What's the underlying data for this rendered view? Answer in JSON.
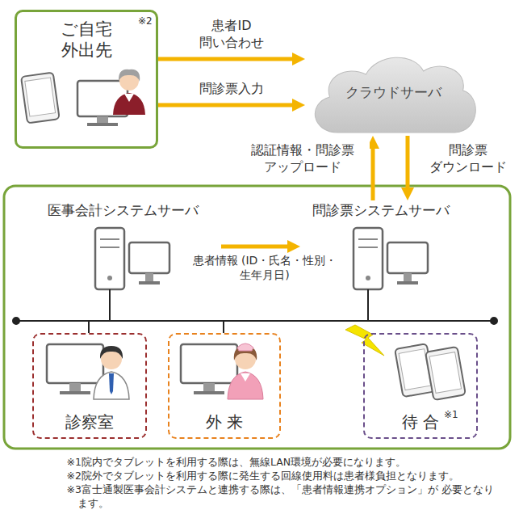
{
  "diagram": {
    "nodes": [
      {
        "text": [
          "ご自宅 外出先",
          "※2"
        ]
      },
      {
        "text": [
          "クラウドサーバ"
        ]
      },
      {
        "text": [
          "医事会計システムサーバ"
        ]
      },
      {
        "text": [
          "問診票システムサーバ"
        ]
      },
      {
        "text": [
          "診察室"
        ]
      },
      {
        "text": [
          "外 来"
        ]
      },
      {
        "text": [
          "待 合",
          "※1"
        ]
      }
    ],
    "edges": [
      {
        "from": 0,
        "to": 1,
        "arrow": "to",
        "label": "患者ID 問い合わせ"
      },
      {
        "from": 0,
        "to": 1,
        "arrow": "to",
        "label": "問診票入力"
      },
      {
        "from": 3,
        "to": 1,
        "arrow": "to",
        "label": "認証情報・問診票 アップロード"
      },
      {
        "from": 1,
        "to": 3,
        "arrow": "to",
        "label": "問診票 ダウンロード"
      },
      {
        "from": 2,
        "to": 3,
        "arrow": "to",
        "label": "患者情報 (ID・氏名・性別・生年月日)"
      }
    ],
    "labels": [
      "※1院内でタブレットを利用する際は、無線LAN環境が必要になります。",
      "※2院外でタブレットを利用する際に発生する回線使用料は患者様負担となります。",
      "※3富士通製医事会計システムと連携する際は、「患者情報連携オプション」が 必要となります。"
    ]
  }
}
